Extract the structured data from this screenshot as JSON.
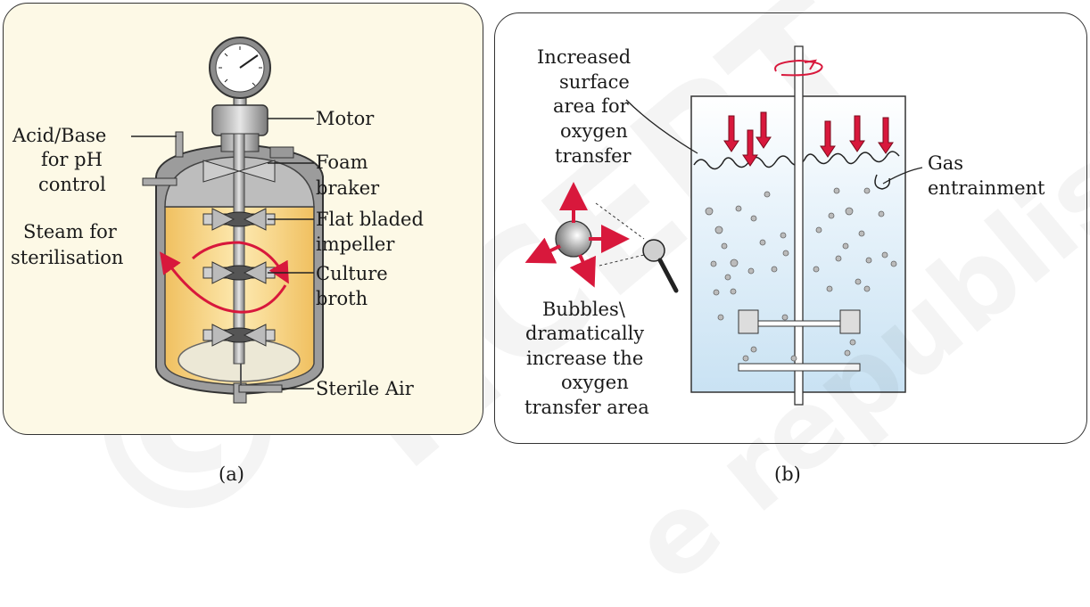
{
  "panel_a": {
    "caption": "(a)",
    "labels": {
      "motor": "Motor",
      "acid_base_1": "Acid/Base",
      "acid_base_2": "for pH",
      "acid_base_3": "control",
      "foam_1": "Foam",
      "foam_2": "braker",
      "steam_1": "Steam for",
      "steam_2": "sterilisation",
      "impeller_1": "Flat bladed",
      "impeller_2": "impeller",
      "culture_1": "Culture",
      "culture_2": "broth",
      "sterile_air": "Sterile Air"
    }
  },
  "panel_b": {
    "caption": "(b)",
    "labels": {
      "surface_1": "Increased",
      "surface_2": "surface",
      "surface_3": "area for",
      "surface_4": "oxygen",
      "surface_5": "transfer",
      "gas_1": "Gas",
      "gas_2": "entrainment",
      "bubbles_1": "Bubbles\\",
      "bubbles_2": "dramatically",
      "bubbles_3": "increase the",
      "bubbles_4": "oxygen",
      "bubbles_5": "transfer area"
    }
  },
  "watermark": {
    "symbol": "©",
    "line1": "NCERT",
    "line2": "e republished"
  },
  "colors": {
    "broth": "#f7d98a",
    "panel_a_bg": "#fdf9e6",
    "arrow_red": "#d8183c",
    "water": "#d6ebf7"
  }
}
